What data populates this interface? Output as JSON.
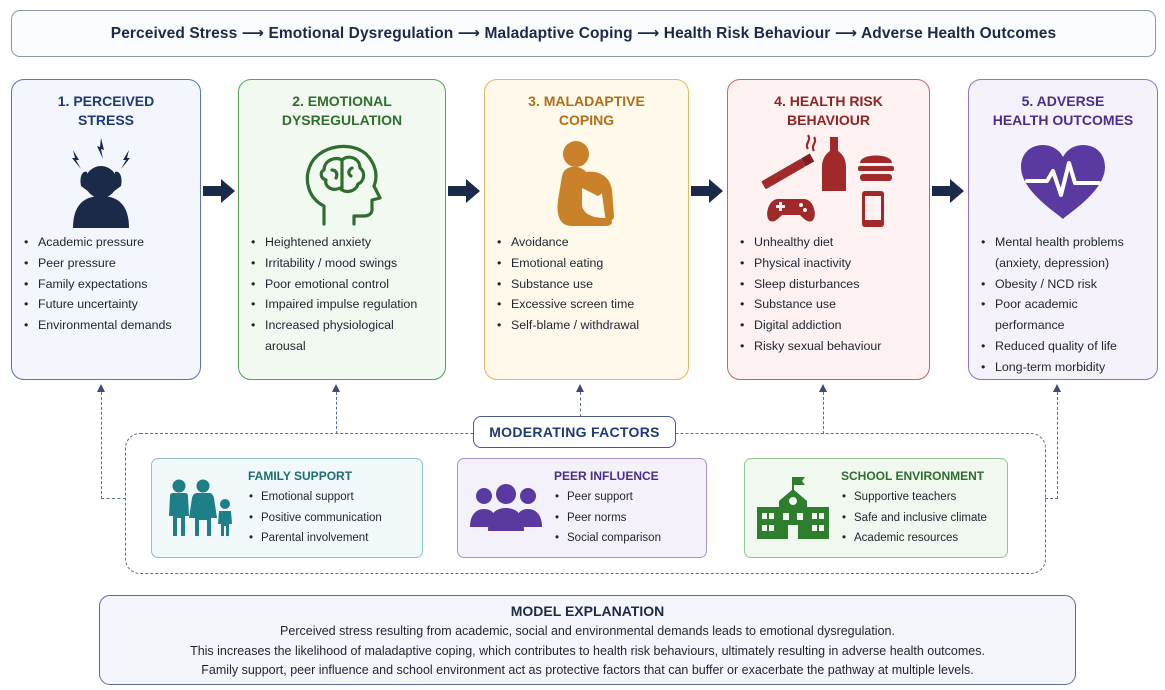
{
  "pathway": "Perceived Stress ⟶ Emotional Dysregulation ⟶ Maladaptive Coping ⟶ Health Risk Behaviour ⟶ Adverse Health Outcomes",
  "stages": [
    {
      "title": "1. PERCEIVED\nSTRESS",
      "icon": "stressed-person-icon",
      "color": "#1f3a78",
      "items": [
        "Academic pressure",
        "Peer pressure",
        "Family expectations",
        "Future uncertainty",
        "Environmental demands"
      ]
    },
    {
      "title": "2. EMOTIONAL\nDYSREGULATION",
      "icon": "brain-head-icon",
      "color": "#2f6e2e",
      "items": [
        "Heightened anxiety",
        "Irritability / mood swings",
        "Poor emotional control",
        "Impaired impulse regulation",
        "Increased physiological arousal"
      ]
    },
    {
      "title": "3. MALADAPTIVE\nCOPING",
      "icon": "withdrawn-person-icon",
      "color": "#b06e16",
      "items": [
        "Avoidance",
        "Emotional eating",
        "Substance use",
        "Excessive screen time",
        "Self-blame / withdrawal"
      ]
    },
    {
      "title": "4. HEALTH RISK\nBEHAVIOUR",
      "icon": "risk-behaviours-icon",
      "color": "#8e2525",
      "items": [
        "Unhealthy diet",
        "Physical inactivity",
        "Sleep disturbances",
        "Substance use",
        "Digital addiction",
        "Risky sexual behaviour"
      ]
    },
    {
      "title": "5. ADVERSE\nHEALTH OUTCOMES",
      "icon": "heart-pulse-icon",
      "color": "#4a2e8e",
      "items": [
        "Mental health problems (anxiety, depression)",
        "Obesity / NCD risk",
        "Poor academic performance",
        "Reduced quality of life",
        "Long-term morbidity"
      ]
    }
  ],
  "moderating": {
    "title": "MODERATING FACTORS",
    "factors": [
      {
        "title": "FAMILY SUPPORT",
        "icon": "family-icon",
        "items": [
          "Emotional support",
          "Positive communication",
          "Parental involvement"
        ]
      },
      {
        "title": "PEER INFLUENCE",
        "icon": "peer-group-icon",
        "items": [
          "Peer support",
          "Peer norms",
          "Social comparison"
        ]
      },
      {
        "title": "SCHOOL ENVIRONMENT",
        "icon": "school-building-icon",
        "items": [
          "Supportive teachers",
          "Safe and inclusive climate",
          "Academic resources"
        ]
      }
    ]
  },
  "explanation": {
    "title": "MODEL EXPLANATION",
    "lines": [
      "Perceived stress resulting from academic, social and environmental demands leads to emotional dysregulation.",
      "This increases the likelihood of maladaptive coping, which contributes to health risk behaviours, ultimately resulting in adverse health outcomes.",
      "Family support, peer influence and school environment act as protective factors that can buffer or exacerbate the pathway at multiple levels."
    ]
  },
  "colors": {
    "arrow": "#1c2a4a",
    "stress": "#1f3a78",
    "emotional": "#2f6e2e",
    "coping": "#c9822a",
    "risk": "#a02a2a",
    "outcome": "#5a3aa0",
    "family": "#1d7f88",
    "peer": "#5a3aa0",
    "school": "#2f7e2f"
  }
}
